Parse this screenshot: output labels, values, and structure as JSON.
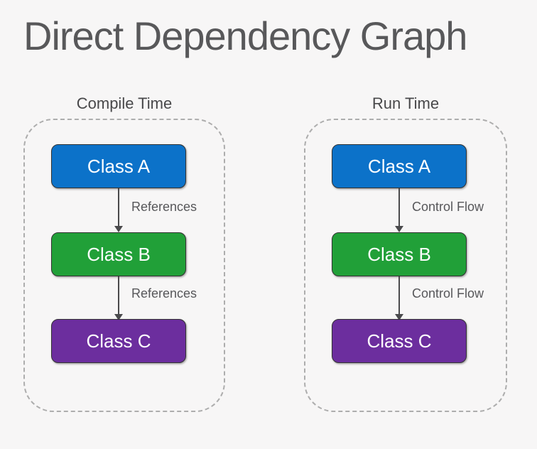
{
  "title": "Direct Dependency Graph",
  "panels": [
    {
      "label": "Compile Time",
      "nodes": [
        {
          "label": "Class A",
          "color": "#0C72C9"
        },
        {
          "label": "Class B",
          "color": "#21A038"
        },
        {
          "label": "Class C",
          "color": "#6C2E9E"
        }
      ],
      "edges": [
        {
          "label": "References"
        },
        {
          "label": "References"
        }
      ]
    },
    {
      "label": "Run Time",
      "nodes": [
        {
          "label": "Class A",
          "color": "#0C72C9"
        },
        {
          "label": "Class B",
          "color": "#21A038"
        },
        {
          "label": "Class C",
          "color": "#6C2E9E"
        }
      ],
      "edges": [
        {
          "label": "Control Flow"
        },
        {
          "label": "Control Flow"
        }
      ]
    }
  ],
  "colors": {
    "background": "#F7F6F6",
    "title_text": "#58585A",
    "panel_border": "#ADADAD",
    "arrow": "#4A4A4C",
    "node_text": "#FFFFFF"
  }
}
